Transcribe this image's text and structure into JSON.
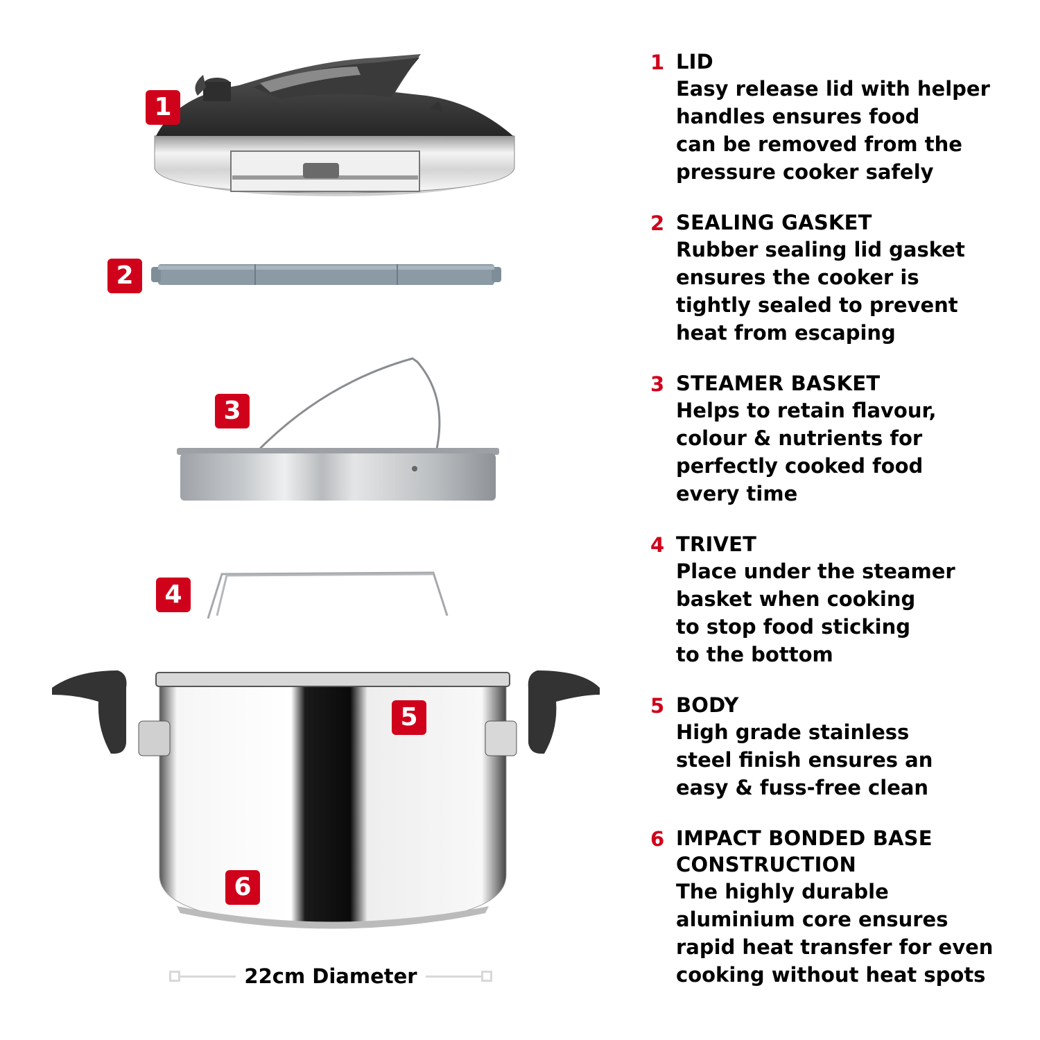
{
  "colors": {
    "accent": "#d0021b",
    "text": "#000000",
    "dimension_line": "#d8d8d8"
  },
  "callouts": [
    {
      "num": "1",
      "part": "lid"
    },
    {
      "num": "2",
      "part": "sealing-gasket"
    },
    {
      "num": "3",
      "part": "steamer-basket"
    },
    {
      "num": "4",
      "part": "trivet"
    },
    {
      "num": "5",
      "part": "body"
    },
    {
      "num": "6",
      "part": "base"
    }
  ],
  "features": [
    {
      "num": "1",
      "title": "LID",
      "desc": "Easy release lid with helper\nhandles ensures food\ncan be removed from the\npressure cooker safely"
    },
    {
      "num": "2",
      "title": "SEALING GASKET",
      "desc": "Rubber sealing lid gasket\nensures the cooker is\ntightly sealed to prevent\nheat from escaping"
    },
    {
      "num": "3",
      "title": "STEAMER BASKET",
      "desc": "Helps to retain flavour,\ncolour & nutrients for\nperfectly cooked food\nevery time"
    },
    {
      "num": "4",
      "title": "TRIVET",
      "desc": "Place under the steamer\nbasket when cooking\nto stop food sticking\nto the bottom"
    },
    {
      "num": "5",
      "title": "BODY",
      "desc": "High grade stainless\nsteel finish ensures an\neasy & fuss-free clean"
    },
    {
      "num": "6",
      "title": "IMPACT BONDED BASE\nCONSTRUCTION",
      "desc": "The highly durable\naluminium core ensures\nrapid heat transfer for even\ncooking without heat spots"
    }
  ],
  "dimension": {
    "label": "22cm Diameter"
  }
}
